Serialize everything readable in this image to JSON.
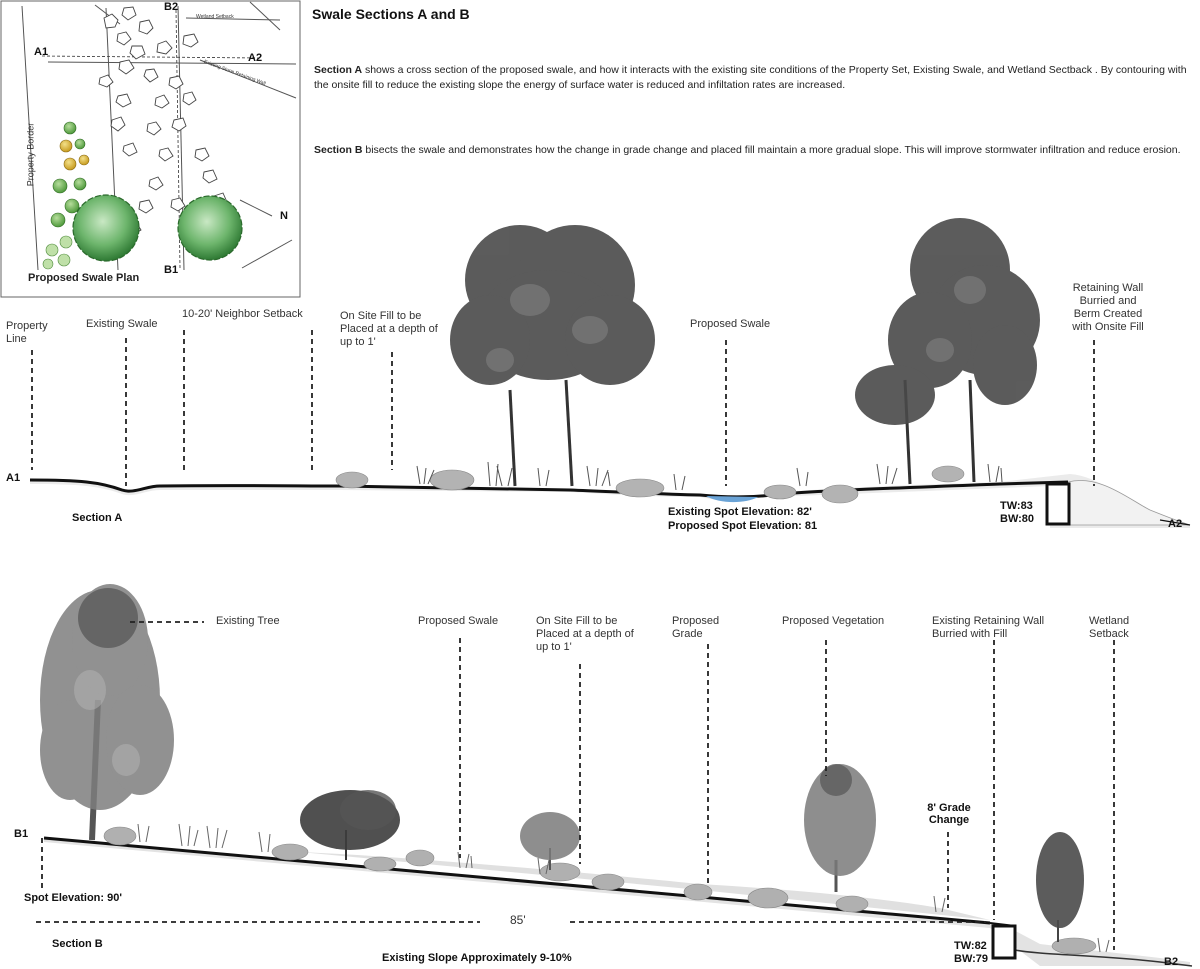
{
  "title": "Swale Sections A and B",
  "paragraphs": [
    {
      "lead": "Section A",
      "text": " shows a cross  section of the proposed swale, and how it interacts with the existing site conditions of the Property Set, Existing Swale, and Wetland Sectback . By  contouring with the onsite fill to reduce the existing slope  the energy  of surface water  is reduced and infiltation rates are increased."
    },
    {
      "lead": "Section B",
      "text": "  bisects the swale and demonstrates  how the change in grade change  and placed fill maintain a more gradual slope. This will improve stormwater infiltration and reduce erosion."
    }
  ],
  "plan": {
    "caption": "Proposed Swale Plan",
    "markers": [
      "B2",
      "A1",
      "A2",
      "B1",
      "N"
    ],
    "side_label": "Property Border",
    "small_labels": [
      "Wetland Setback",
      "Existing Stone Retaining Wall"
    ]
  },
  "section_a": {
    "name": "Section A",
    "start": "A1",
    "end": "A2",
    "labels": {
      "property_line": "Property Line",
      "existing_swale": "Existing Swale",
      "setback": "10-20' Neighbor Setback",
      "fill": "On Site Fill to be Placed at a depth of up to 1'",
      "proposed_swale": "Proposed Swale",
      "retaining": "Retaining Wall Burried and Berm Created with Onsite Fill"
    },
    "elevations": [
      "Existing Spot Elevation: 82'",
      "Proposed Spot Elevation: 81"
    ],
    "wall": [
      "TW:83",
      "BW:80"
    ]
  },
  "section_b": {
    "name": "Section B",
    "start": "B1",
    "end": "B2",
    "labels": {
      "existing_tree": "Existing Tree",
      "proposed_swale": "Proposed Swale",
      "fill": "On Site Fill to be Placed at a depth of up to 1'",
      "grade": "Proposed Grade",
      "vegetation": "Proposed Vegetation",
      "retaining": "Existing Retaining Wall Burried with Fill",
      "wetland": "Wetland Setback",
      "grade_change": "8' Grade Change"
    },
    "spot_elevation": "Spot Elevation: 90'",
    "distance": "85'",
    "slope": "Existing Slope Approximately 9-10%",
    "wall": [
      "TW:82",
      "BW:79"
    ]
  }
}
